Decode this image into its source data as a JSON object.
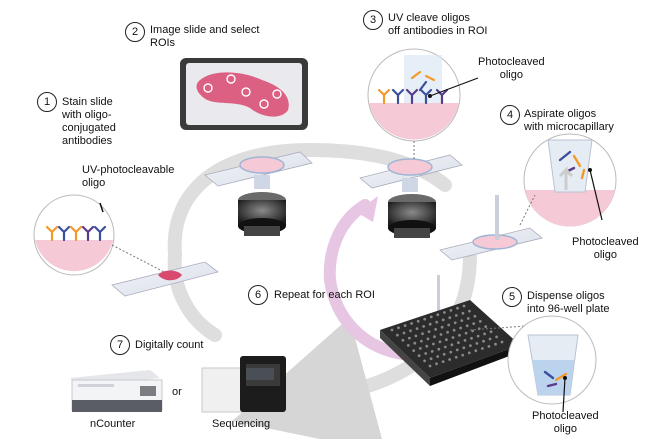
{
  "steps": [
    {
      "number": "1",
      "label": "Stain slide\nwith oligo-\nconjugated\nantibodies"
    },
    {
      "number": "2",
      "label": "Image slide and select\nROIs"
    },
    {
      "number": "3",
      "label": "UV cleave oligos\noff antibodies in ROI"
    },
    {
      "number": "4",
      "label": "Aspirate oligos\nwith microcapillary"
    },
    {
      "number": "5",
      "label": "Dispense oligos\ninto 96-well plate"
    },
    {
      "number": "6",
      "label": "Repeat for each ROI"
    },
    {
      "number": "7",
      "label": "Digitally count"
    }
  ],
  "callouts": {
    "uv_oligo": "UV-photocleavable\noligo",
    "photocleaved_3": "Photocleaved\noligo",
    "photocleaved_4": "Photocleaved\noligo",
    "photocleaved_5": "Photocleaved\noligo"
  },
  "instruments": {
    "ncounter": "nCounter",
    "or": "or",
    "sequencing": "Sequencing"
  },
  "colors": {
    "cycle_gray": "#dcdcdc",
    "cycle_purple": "#e6c6e3",
    "tissue": "#d9486e",
    "tissue_light": "#f5c9d5",
    "antibody_orange": "#f39a2b",
    "antibody_blue": "#3c4f9e",
    "antibody_purple": "#5b3a8c"
  }
}
